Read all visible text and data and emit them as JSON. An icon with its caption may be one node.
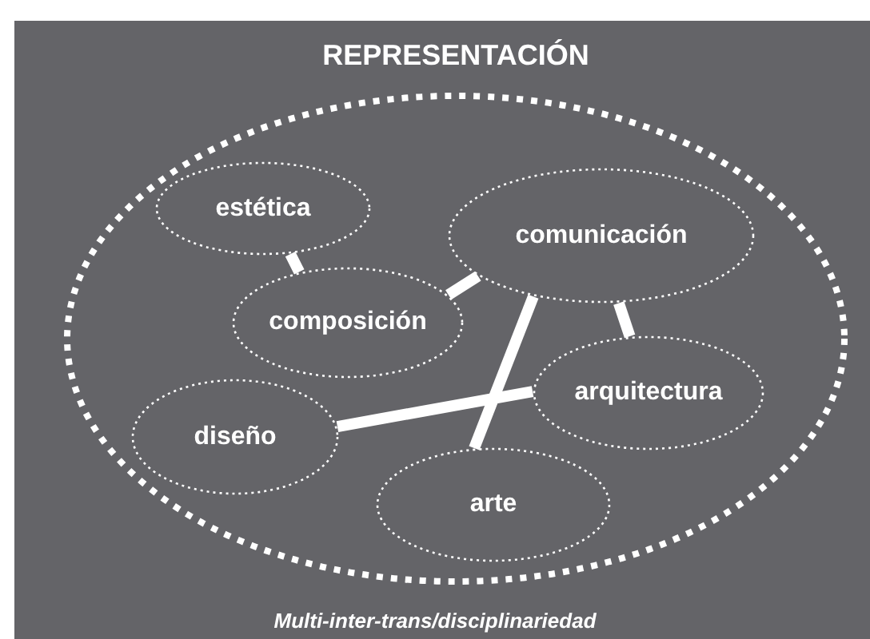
{
  "diagram": {
    "caption": "Multi-inter-trans/disciplinariedad",
    "nodes": [
      {
        "text": [
          "REPRESENTACIÓN"
        ]
      },
      {
        "text": [
          "estética"
        ],
        "in": 0
      },
      {
        "text": [
          "comunicación"
        ],
        "in": 0
      },
      {
        "text": [
          "composición"
        ],
        "in": 0
      },
      {
        "text": [
          "diseño"
        ],
        "in": 0
      },
      {
        "text": [
          "arquitectura"
        ],
        "in": 0
      },
      {
        "text": [
          "arte"
        ],
        "in": 0
      }
    ],
    "edges": [
      {
        "from": 1,
        "to": 3,
        "arrow": "none"
      },
      {
        "from": 3,
        "to": 2,
        "arrow": "none"
      },
      {
        "from": 2,
        "to": 6,
        "arrow": "none"
      },
      {
        "from": 2,
        "to": 5,
        "arrow": "none"
      },
      {
        "from": 4,
        "to": 5,
        "arrow": "none"
      }
    ]
  }
}
